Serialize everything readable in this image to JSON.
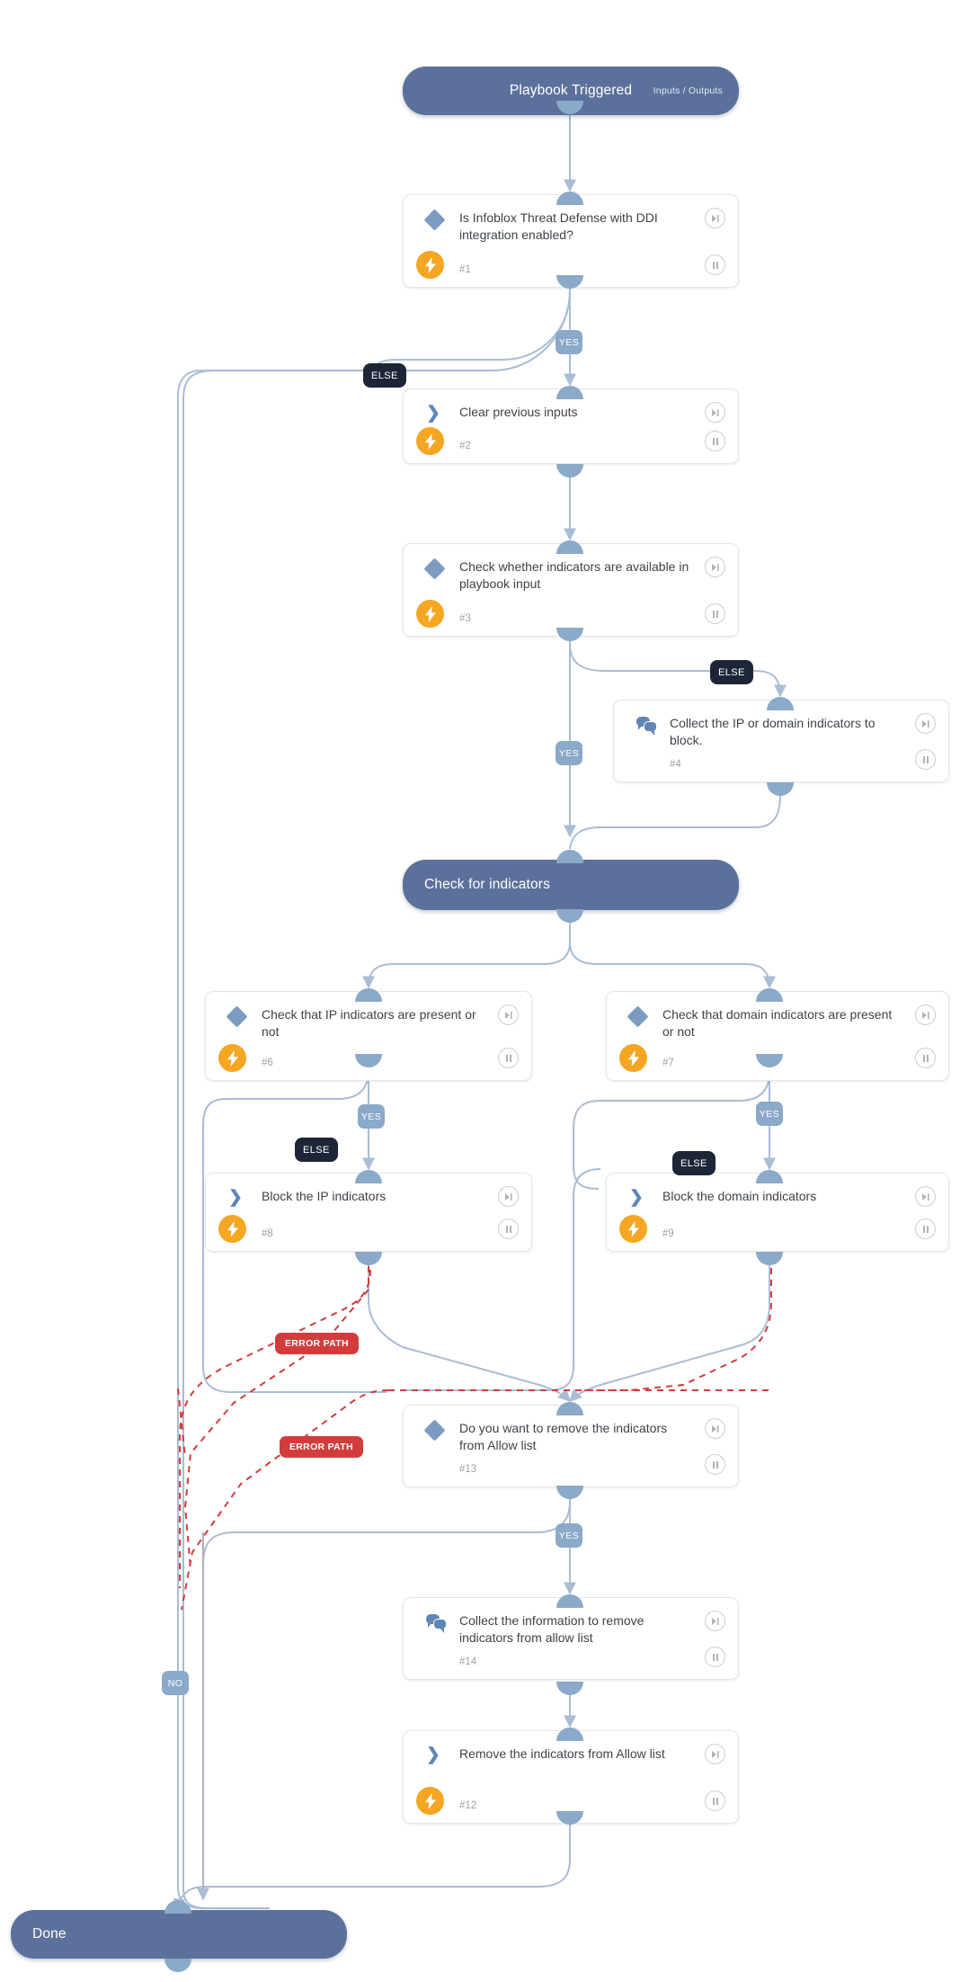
{
  "diagram": {
    "kind": "security-playbook-flow",
    "title": "Playbook Triggered",
    "colors": {
      "pill": "#5b719b",
      "connector": "#8ba9c9",
      "else_label": "#1d2636",
      "yes_label": "#8ba9c9",
      "error_label": "#d33c3c",
      "error_path_line": "#d33c3c",
      "bolt_badge": "#f5a623",
      "diamond_icon": "#7d9bc1",
      "card_border": "#e4e6ea",
      "card_bg": "#ffffff",
      "title_text": "#3d4349",
      "num_text": "#9aa1a8"
    },
    "terminals": [
      {
        "id": "start",
        "label": "Playbook Triggered",
        "sub_label": "Inputs / Outputs",
        "align": "center"
      },
      {
        "id": "section-check-indicators",
        "label": "Check for indicators",
        "sub_label": "",
        "align": "left"
      },
      {
        "id": "done",
        "label": "Done",
        "sub_label": "",
        "align": "left"
      }
    ],
    "nodes": [
      {
        "id": "n1",
        "number": "#1",
        "title": "Is Infoblox Threat Defense with DDI integration enabled?",
        "icon": "condition-diamond-icon",
        "automated": true
      },
      {
        "id": "n2",
        "number": "#2",
        "title": "Clear previous inputs",
        "icon": "action-chevron-icon",
        "automated": true
      },
      {
        "id": "n3",
        "number": "#3",
        "title": "Check whether indicators are available in playbook input",
        "icon": "condition-diamond-icon",
        "automated": true
      },
      {
        "id": "n4",
        "number": "#4",
        "title": "Collect the IP or domain indicators to block.",
        "icon": "data-collection-chat-icon",
        "automated": false
      },
      {
        "id": "n6",
        "number": "#6",
        "title": "Check that IP indicators are present or not",
        "icon": "condition-diamond-icon",
        "automated": true
      },
      {
        "id": "n7",
        "number": "#7",
        "title": "Check that domain indicators are present or not",
        "icon": "condition-diamond-icon",
        "automated": true
      },
      {
        "id": "n8",
        "number": "#8",
        "title": "Block the IP indicators",
        "icon": "action-chevron-icon",
        "automated": true
      },
      {
        "id": "n9",
        "number": "#9",
        "title": "Block the domain indicators",
        "icon": "action-chevron-icon",
        "automated": true
      },
      {
        "id": "n13",
        "number": "#13",
        "title": "Do you want to remove the indicators from Allow list",
        "icon": "condition-diamond-icon",
        "automated": false
      },
      {
        "id": "n14",
        "number": "#14",
        "title": "Collect the information to remove indicators from allow list",
        "icon": "data-collection-chat-icon",
        "automated": false
      },
      {
        "id": "n12",
        "number": "#12",
        "title": "Remove the indicators from Allow list",
        "icon": "action-chevron-icon",
        "automated": true
      }
    ],
    "edge_labels": [
      {
        "id": "yes-1",
        "text": "YES",
        "type": "yes"
      },
      {
        "id": "else-1",
        "text": "ELSE",
        "type": "else"
      },
      {
        "id": "else-3",
        "text": "ELSE",
        "type": "else"
      },
      {
        "id": "yes-3",
        "text": "YES",
        "type": "yes"
      },
      {
        "id": "yes-6",
        "text": "YES",
        "type": "yes"
      },
      {
        "id": "else-6",
        "text": "ELSE",
        "type": "else"
      },
      {
        "id": "yes-7",
        "text": "YES",
        "type": "yes"
      },
      {
        "id": "else-7",
        "text": "ELSE",
        "type": "else"
      },
      {
        "id": "err-8",
        "text": "ERROR PATH",
        "type": "error"
      },
      {
        "id": "err-9",
        "text": "ERROR PATH",
        "type": "error"
      },
      {
        "id": "yes-13",
        "text": "YES",
        "type": "yes"
      },
      {
        "id": "no-13",
        "text": "NO",
        "type": "no"
      }
    ],
    "controls": {
      "skip": "skip-forward-icon",
      "pause": "pause-icon"
    }
  }
}
